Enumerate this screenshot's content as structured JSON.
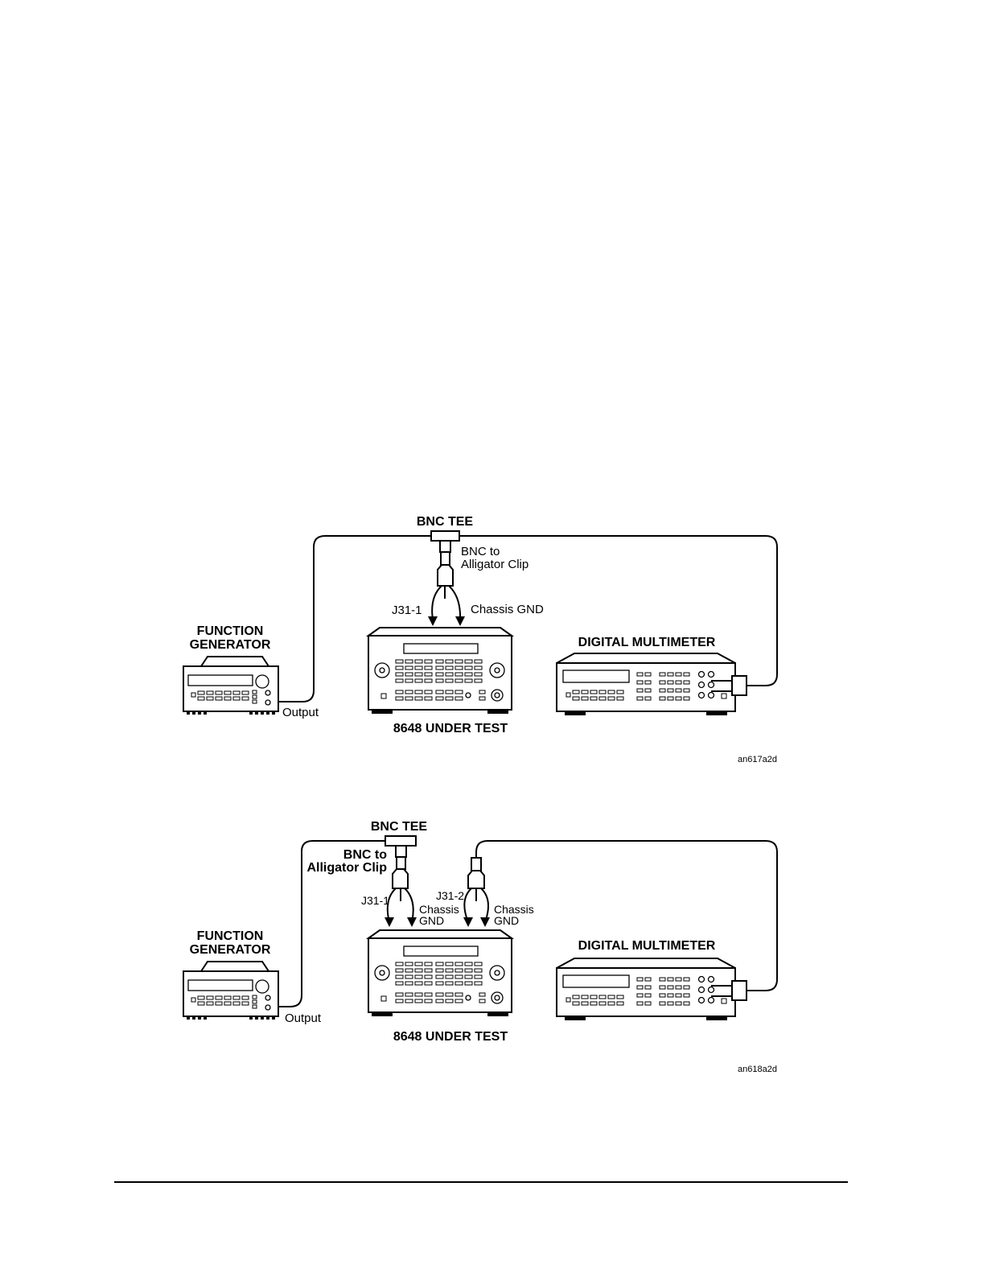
{
  "figures": [
    {
      "id": "an617a2d",
      "labels": {
        "bnc_tee": "BNC TEE",
        "bnc_to": "BNC to",
        "alligator_clip": "Alligator Clip",
        "j31_1": "J31-1",
        "chassis_gnd": "Chassis GND",
        "function": "FUNCTION",
        "generator": "GENERATOR",
        "output": "Output",
        "dmm": "DIGITAL MULTIMETER",
        "uut": "8648 UNDER TEST",
        "fig_code": "an617a2d"
      }
    },
    {
      "id": "an618a2d",
      "labels": {
        "bnc_tee": "BNC TEE",
        "bnc_to": "BNC to",
        "alligator_clip": "Alligator Clip",
        "j31_1": "J31-1",
        "j31_2": "J31-2",
        "chassis_a": "Chassis",
        "gnd_a": "GND",
        "chassis_b": "Chassis",
        "gnd_b": "GND",
        "function": "FUNCTION",
        "generator": "GENERATOR",
        "output": "Output",
        "dmm": "DIGITAL MULTIMETER",
        "uut": "8648 UNDER TEST",
        "fig_code": "an618a2d"
      }
    }
  ]
}
